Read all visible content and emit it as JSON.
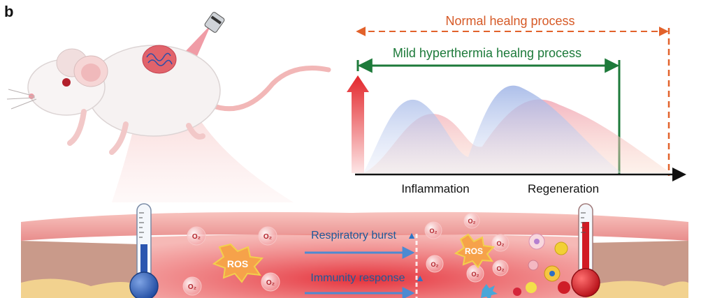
{
  "panel_label": "b",
  "timeline": {
    "normal": "Normal healng process",
    "mild": "Mild hyperthermia healng process"
  },
  "phases": {
    "inflammation": "Inflammation",
    "regeneration": "Regeneration"
  },
  "tissue": {
    "respiratory_burst": "Respiratory burst",
    "immunity_response": "Immunity response",
    "ros": "ROS",
    "o2": "O₂"
  },
  "colors": {
    "normal_line": "#e2622b",
    "mild_line": "#1d7a3a",
    "tissue_red": "#d8323c",
    "skin_pink": "#f2a7a4",
    "text_blue": "#1d5a9a",
    "ros_fill": "#f6a24a"
  }
}
